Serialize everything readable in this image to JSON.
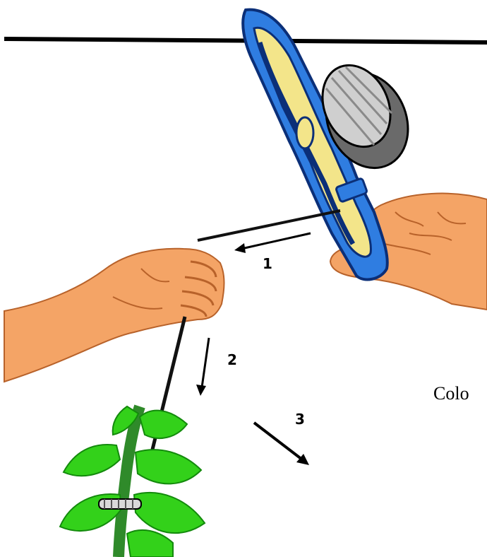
{
  "steps": [
    {
      "number": "1"
    },
    {
      "number": "2"
    },
    {
      "number": "3"
    }
  ],
  "caption": "Colo",
  "colors": {
    "tool_body": "#2f7de1",
    "tool_outline": "#0b2f78",
    "tool_inner": "#f3e58a",
    "skin": "#f4a466",
    "skin_dark": "#b8622a",
    "leaf": "#33d11a",
    "leaf_dark": "#138a0c",
    "stem": "#2f8a2a",
    "tape_roll": "#bfbfbf"
  }
}
